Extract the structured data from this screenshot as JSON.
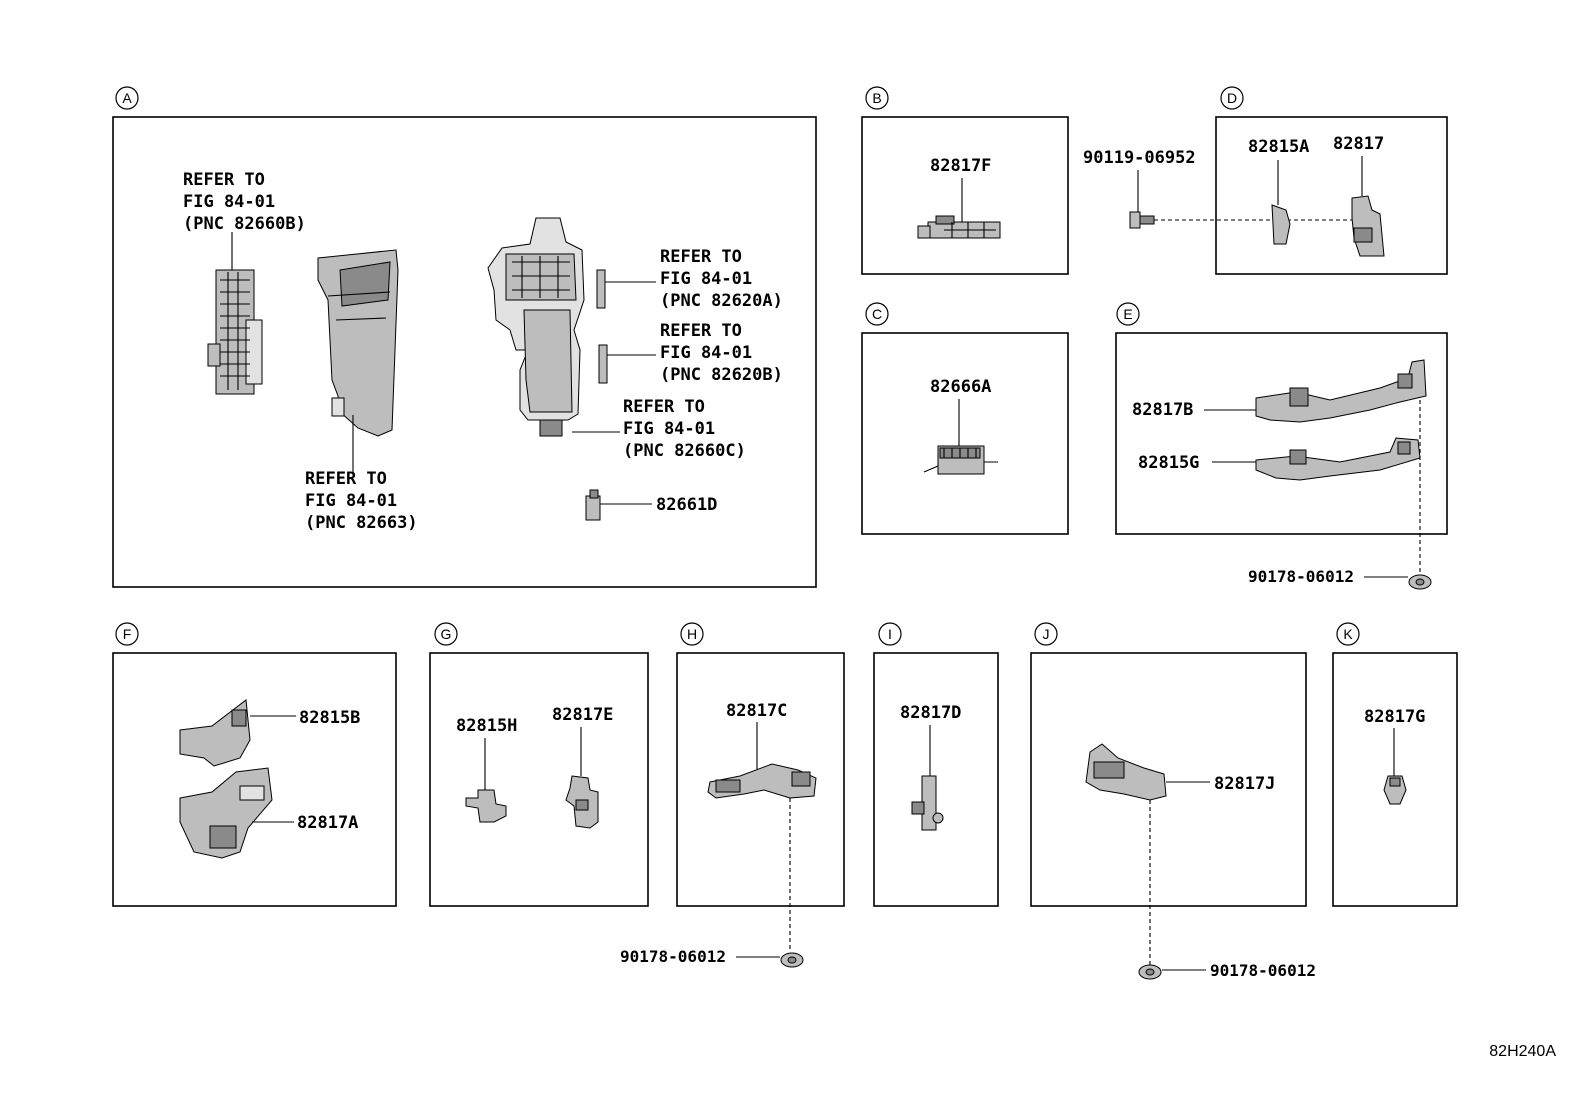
{
  "sections": {
    "A": "A",
    "B": "B",
    "C": "C",
    "D": "D",
    "E": "E",
    "F": "F",
    "G": "G",
    "H": "H",
    "I": "I",
    "J": "J",
    "K": "K"
  },
  "section_a": {
    "ref1": [
      "REFER TO",
      "FIG 84-01",
      "(PNC 82660B)"
    ],
    "ref2": [
      "REFER TO",
      "FIG 84-01",
      "(PNC 82663)"
    ],
    "ref3": [
      "REFER TO",
      "FIG 84-01",
      "(PNC 82620A)"
    ],
    "ref4": [
      "REFER TO",
      "FIG 84-01",
      "(PNC 82620B)"
    ],
    "ref5": [
      "REFER TO",
      "FIG 84-01",
      "(PNC 82660C)"
    ],
    "part1": "82661D"
  },
  "section_b": {
    "part": "82817F"
  },
  "section_c": {
    "part": "82666A"
  },
  "section_d": {
    "bolt": "90119-06952",
    "part1": "82815A",
    "part2": "82817"
  },
  "section_e": {
    "part1": "82817B",
    "part2": "82815G",
    "clip": "90178-06012"
  },
  "section_f": {
    "part1": "82815B",
    "part2": "82817A"
  },
  "section_g": {
    "part1": "82815H",
    "part2": "82817E"
  },
  "section_h": {
    "part": "82817C",
    "clip": "90178-06012"
  },
  "section_i": {
    "part": "82817D"
  },
  "section_j": {
    "part": "82817J",
    "clip": "90178-06012"
  },
  "section_k": {
    "part": "82817G"
  },
  "figure_code": "82H240A",
  "colors": {
    "line": "#000000",
    "part_fill": "#bdbdbd",
    "background": "#ffffff"
  }
}
